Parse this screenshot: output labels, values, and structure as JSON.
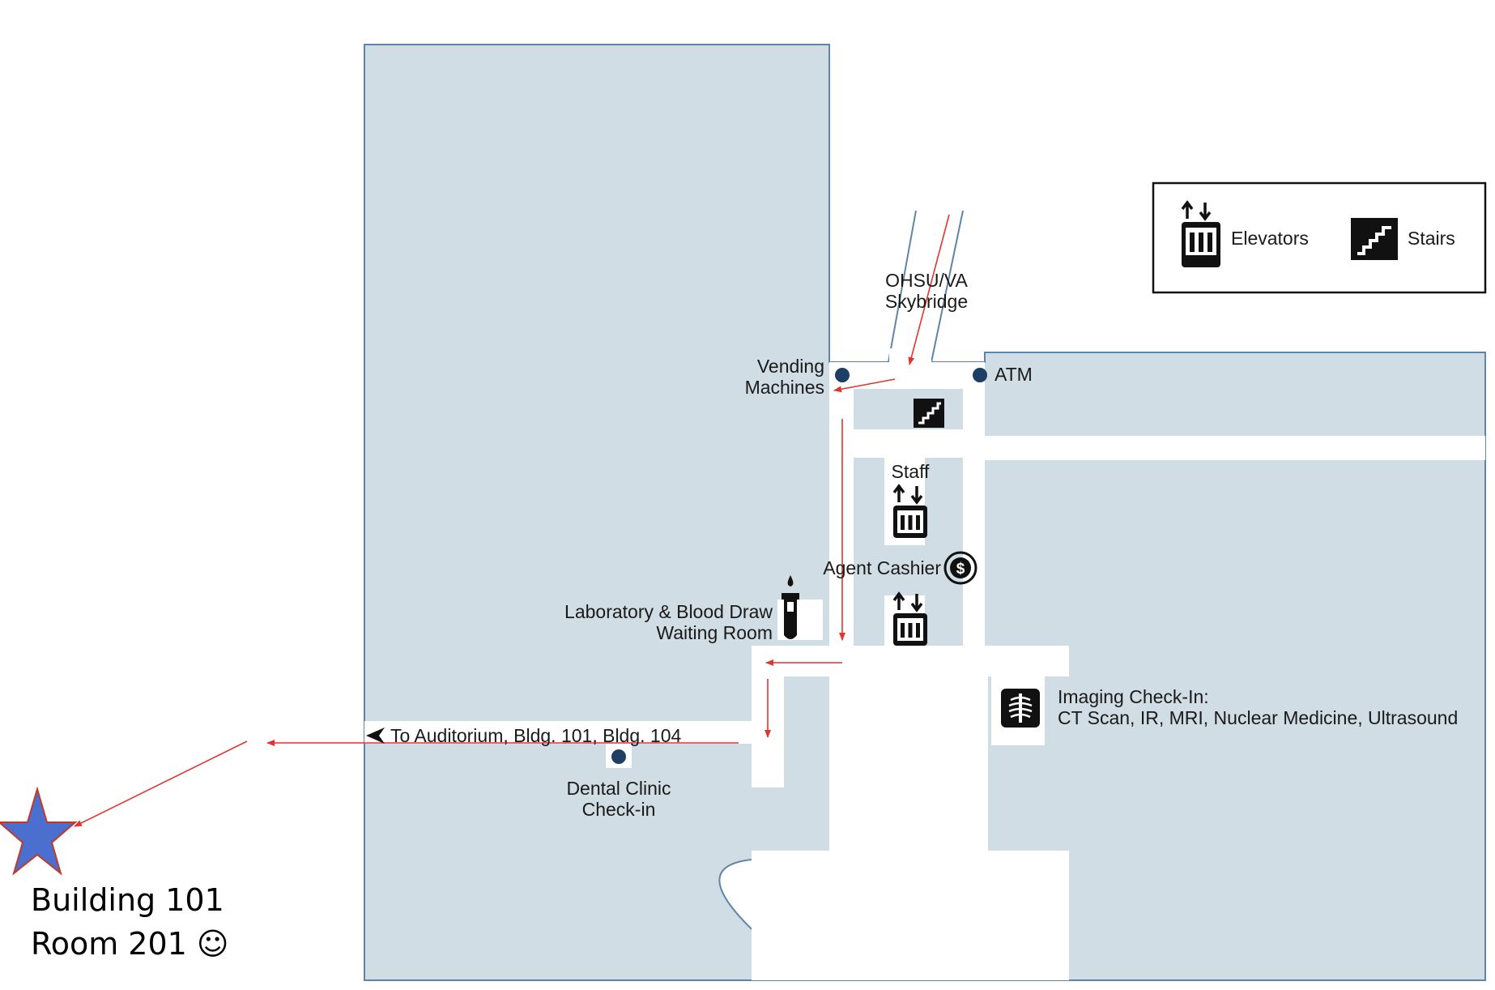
{
  "colors": {
    "building_fill": "#d1dde4",
    "building_stroke": "#5f84a8",
    "route_arrow": "#e3342f",
    "marker_dot": "#1d3f66",
    "icon_dark": "#111111",
    "star_fill": "#4a6fcf",
    "star_stroke": "#c0392b"
  },
  "legend": {
    "elevators_label": "Elevators",
    "stairs_label": "Stairs",
    "elevators_icon": "elevator-icon",
    "stairs_icon": "stairs-icon"
  },
  "labels": {
    "skybridge_line1": "OHSU/VA",
    "skybridge_line2": "Skybridge",
    "vending_line1": "Vending",
    "vending_line2": "Machines",
    "atm": "ATM",
    "staff": "Staff",
    "agent_cashier": "Agent Cashier",
    "lab_line1": "Laboratory & Blood Draw",
    "lab_line2": "Waiting Room",
    "imaging_line1": "Imaging Check-In:",
    "imaging_line2": "CT Scan, IR, MRI, Nuclear Medicine, Ultrasound",
    "to_auditorium": "To Auditorium, Bldg. 101, Bldg. 104",
    "dental_line1": "Dental Clinic",
    "dental_line2": "Check-in"
  },
  "destination": {
    "line1": "Building 101",
    "line2": "Room 201 ☺"
  }
}
